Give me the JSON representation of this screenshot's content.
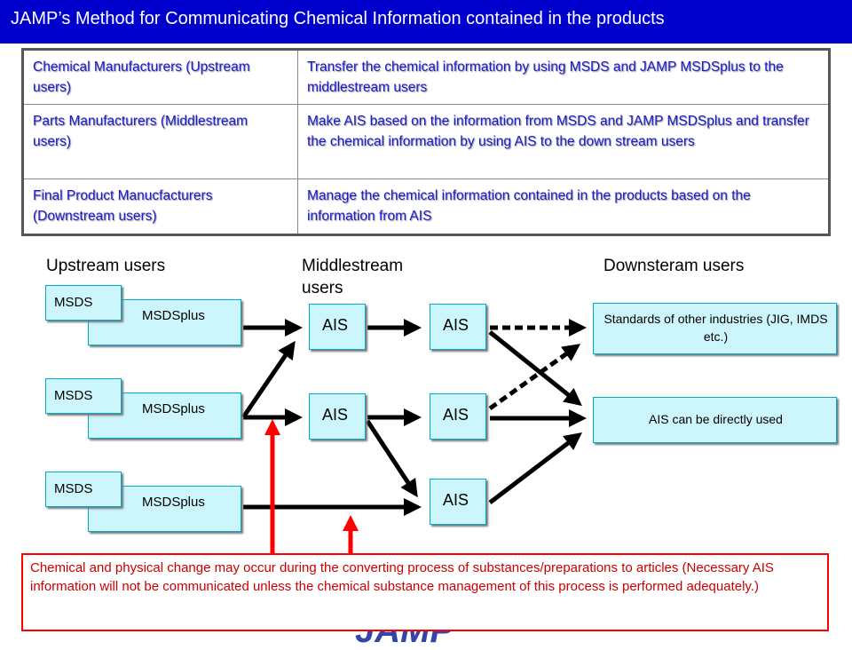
{
  "header": {
    "title": "JAMP’s Method for Communicating Chemical Information contained in the products"
  },
  "table": {
    "rows": [
      {
        "who": "Chemical Manufacturers (Upstream users)",
        "what": "Transfer the chemical information by using MSDS and JAMP MSDSplus to the middlestream users"
      },
      {
        "who": "Parts Manufacturers (Middlestream users)",
        "what": "Make AIS based on the information from MSDS and JAMP MSDSplus and transfer the chemical information by using AIS to the down stream users"
      },
      {
        "who": "Final Product Manucfacturers (Downstream users)",
        "what": "Manage the chemical information contained in the products based on the information from AIS"
      }
    ]
  },
  "diagram": {
    "col_upstream": "Upstream users",
    "col_middlestream": "Middlestream users",
    "col_downstream": "Downsteram users",
    "msds_label": "MSDS",
    "msdsplus_label": "MSDSplus",
    "ais_label": "AIS",
    "standards_label": "Standards of other industries (JIG, IMDS etc.)",
    "direct_label": "AIS can be directly used"
  },
  "note": "Chemical and physical change may occur during the converting process of substances/preparations to articles (Necessary AIS information will not be communicated unless the chemical substance management of this process is performed adequately.)",
  "logo": {
    "text": "JAMP"
  },
  "colors": {
    "header_bg": "#0000cc",
    "box_fill": "#ccf6fb",
    "box_border": "#00aacc",
    "table_text": "#1a1acc",
    "note_border": "#ff0000",
    "note_text": "#cc0000",
    "arrow_red": "#ff0000"
  }
}
